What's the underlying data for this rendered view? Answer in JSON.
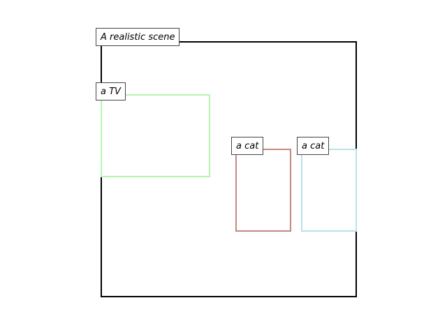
{
  "scene": {
    "caption": "A realistic scene",
    "border_color": "#000000"
  },
  "objects": [
    {
      "label": "a TV",
      "color": "#b3f5b0"
    },
    {
      "label": "a cat",
      "color": "#c28a80"
    },
    {
      "label": "a cat",
      "color": "#b8e2ea"
    }
  ]
}
